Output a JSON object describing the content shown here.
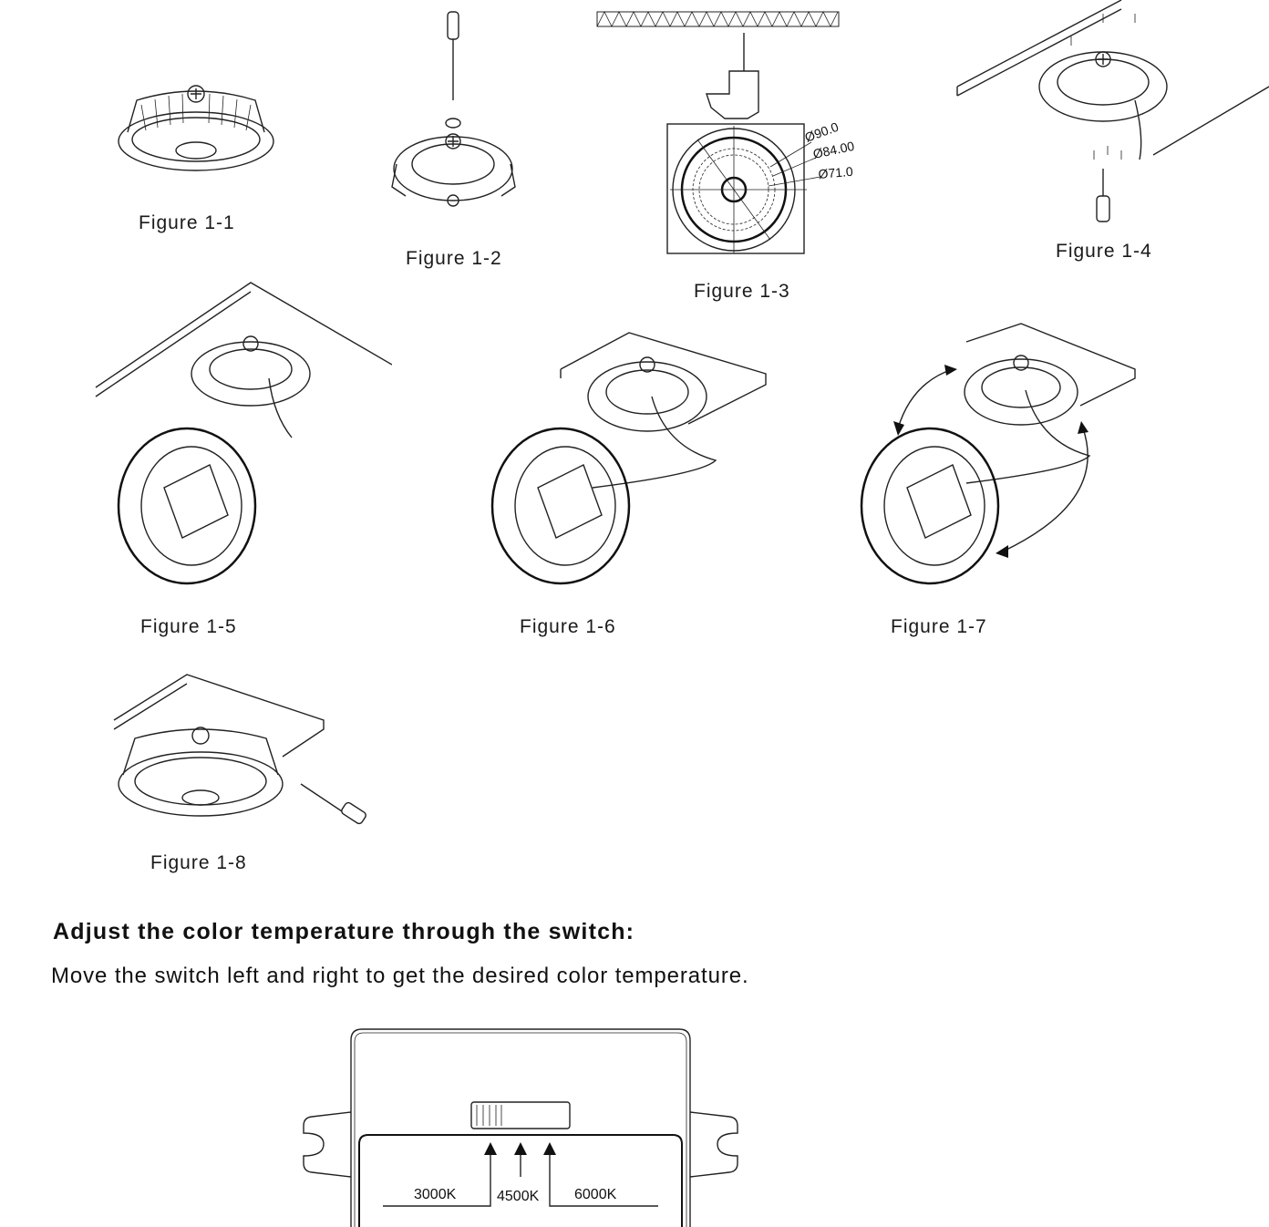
{
  "figures": [
    {
      "caption": "Figure 1-1"
    },
    {
      "caption": "Figure 1-2"
    },
    {
      "caption": "Figure 1-3",
      "dimensions": [
        "Ø90.0",
        "Ø84.00",
        "Ø71.0"
      ]
    },
    {
      "caption": "Figure 1-4"
    },
    {
      "caption": "Figure 1-5"
    },
    {
      "caption": "Figure 1-6"
    },
    {
      "caption": "Figure 1-7"
    },
    {
      "caption": "Figure 1-8"
    }
  ],
  "section": {
    "heading": "Adjust the color temperature through the switch:",
    "instruction": "Move the switch left and right to get the desired color temperature."
  },
  "switch": {
    "options": [
      "3000K",
      "4500K",
      "6000K"
    ]
  }
}
